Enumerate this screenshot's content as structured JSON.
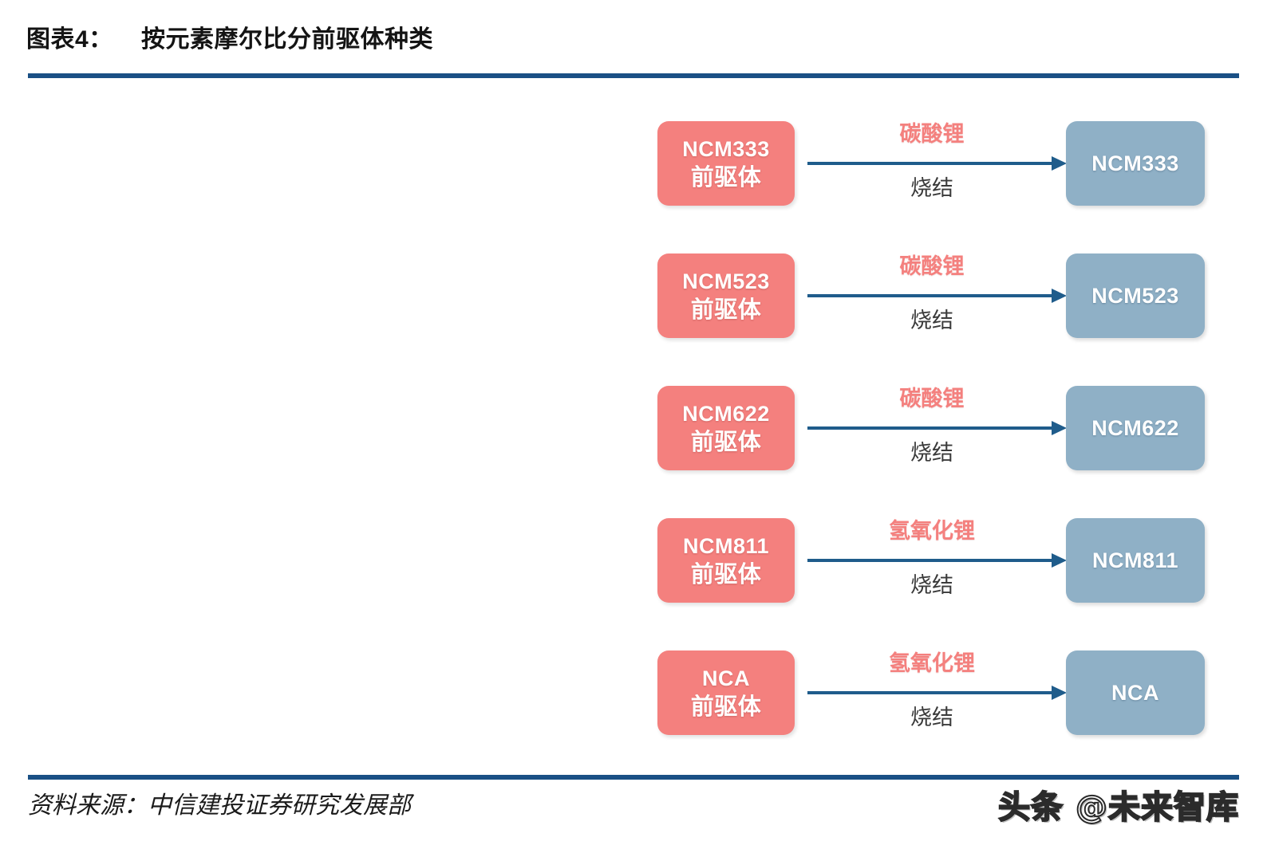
{
  "header": {
    "exhibit_label": "图表4：",
    "title": "按元素摩尔比分前驱体种类",
    "full_title": "图表4：    按元素摩尔比分前驱体种类",
    "rule_color": "#1a5085"
  },
  "colors": {
    "precursor_box": "#f4807e",
    "product_box": "#8fb0c6",
    "arrow": "#1f5c8b",
    "reagent_label": "#f4807e",
    "process_label": "#3a3a3a",
    "rule": "#1a5085"
  },
  "chart_data": {
    "type": "diagram",
    "title": "按元素摩尔比分前驱体种类",
    "diagram_kind": "process-flow",
    "process_step": "烧结",
    "rows": [
      {
        "precursor_name": "NCM333",
        "precursor_suffix": "前驱体",
        "reagent": "碳酸锂",
        "process": "烧结",
        "product": "NCM333"
      },
      {
        "precursor_name": "NCM523",
        "precursor_suffix": "前驱体",
        "reagent": "碳酸锂",
        "process": "烧结",
        "product": "NCM523"
      },
      {
        "precursor_name": "NCM622",
        "precursor_suffix": "前驱体",
        "reagent": "碳酸锂",
        "process": "烧结",
        "product": "NCM622"
      },
      {
        "precursor_name": "NCM811",
        "precursor_suffix": "前驱体",
        "reagent": "氢氧化锂",
        "process": "烧结",
        "product": "NCM811"
      },
      {
        "precursor_name": "NCA",
        "precursor_suffix": "前驱体",
        "reagent": "氢氧化锂",
        "process": "烧结",
        "product": "NCA"
      }
    ]
  },
  "footer": {
    "source": "资料来源：中信建投证券研究发展部",
    "watermark": "头条 @未来智库"
  }
}
